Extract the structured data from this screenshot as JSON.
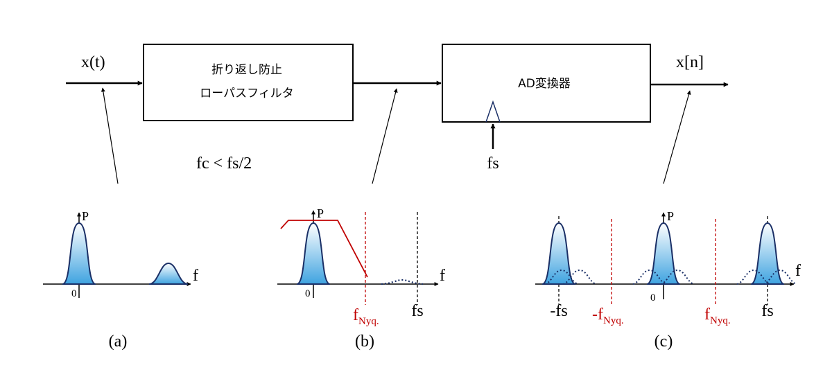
{
  "blocks": {
    "filter_line1": "折り返し防止",
    "filter_line2": "ローパスフィルタ",
    "adc": "AD変換器"
  },
  "signals": {
    "input": "x(t)",
    "output": "x[n]",
    "clock": "fs",
    "cutoff_condition": "fc < fs/2"
  },
  "plots": {
    "a": {
      "caption": "(a)",
      "p_label": "P",
      "f_label": "f",
      "zero": "0"
    },
    "b": {
      "caption": "(b)",
      "p_label": "P",
      "f_label": "f",
      "zero": "0",
      "nyq_main": "f",
      "nyq_sub": "Nyq.",
      "fs_label": "fs"
    },
    "c": {
      "caption": "(c)",
      "p_label": "P",
      "f_label": "f",
      "zero": "0",
      "neg_fs": "-fs",
      "neg_nyq_main": "-f",
      "neg_nyq_sub": "Nyq.",
      "nyq_main": "f",
      "nyq_sub": "Nyq.",
      "fs_label": "fs"
    }
  },
  "colors": {
    "stroke": "#000000",
    "curve": "#1a2f66",
    "nyquist": "#c00000",
    "fill_top": "#ffffff",
    "fill_bottom": "#3fa3e0"
  }
}
